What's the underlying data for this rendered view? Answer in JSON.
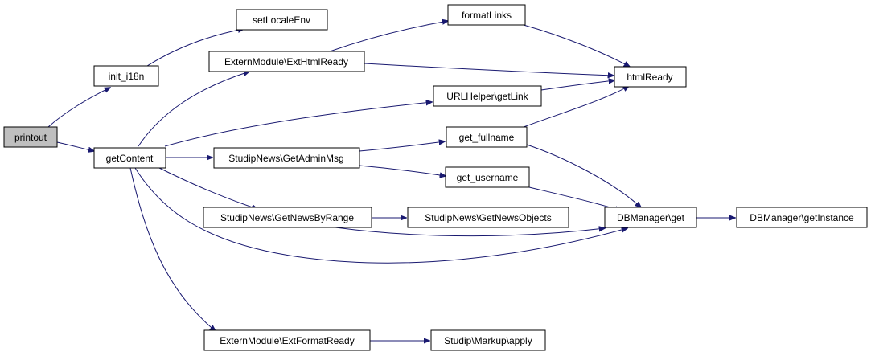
{
  "nodes": {
    "printout": "printout",
    "init_i18n": "init_i18n",
    "getContent": "getContent",
    "setLocaleEnv": "setLocaleEnv",
    "ExtHtmlReady": "ExternModule\\ExtHtmlReady",
    "formatLinks": "formatLinks",
    "htmlReady": "htmlReady",
    "URLHelperGetLink": "URLHelper\\getLink",
    "GetAdminMsg": "StudipNews\\GetAdminMsg",
    "get_fullname": "get_fullname",
    "get_username": "get_username",
    "GetNewsByRange": "StudipNews\\GetNewsByRange",
    "GetNewsObjects": "StudipNews\\GetNewsObjects",
    "DBManagerGet": "DBManager\\get",
    "DBManagerGetInstance": "DBManager\\getInstance",
    "ExtFormatReady": "ExternModule\\ExtFormatReady",
    "MarkupApply": "Studip\\Markup\\apply"
  },
  "colors": {
    "edge": "#191970",
    "root_fill": "#bfbfbf",
    "node_fill": "#ffffff"
  }
}
